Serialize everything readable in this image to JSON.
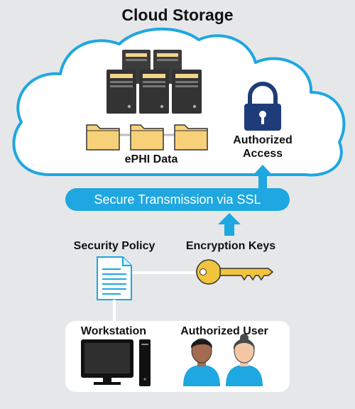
{
  "title": "Cloud Storage",
  "cloud": {
    "ephi_label": "ePHI Data",
    "authorized_access_line1": "Authorized",
    "authorized_access_line2": "Access"
  },
  "transmission_label": "Secure Transmission via SSL",
  "security_policy_label": "Security Policy",
  "encryption_keys_label": "Encryption Keys",
  "workstation_label": "Workstation",
  "authorized_user_label": "Authorized User",
  "colors": {
    "background": "#e6e7e8",
    "cloud_outline": "#1ea7e1",
    "ssl_bar": "#1ea7e1",
    "arrow": "#1ea7e1",
    "lock": "#1f3c7a",
    "folder": "#f7d17a",
    "server": "#3c3c3c",
    "key": "#f2c33c"
  }
}
